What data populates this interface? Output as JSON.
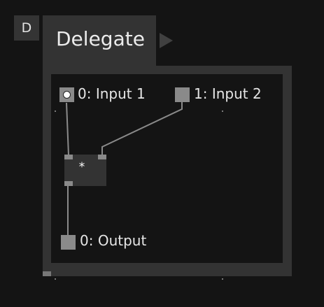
{
  "node": {
    "badge_label": "D",
    "title": "Delegate"
  },
  "inputs": [
    {
      "label": "0: Input 1",
      "selected": true
    },
    {
      "label": "1: Input 2",
      "selected": false
    }
  ],
  "operator": {
    "label": "*"
  },
  "outputs": [
    {
      "label": "0: Output"
    }
  ],
  "colors": {
    "background": "#141414",
    "panel": "#333333",
    "port": "#8a8a8a",
    "wire": "#8a8a8a",
    "text": "#e6e6e6"
  }
}
